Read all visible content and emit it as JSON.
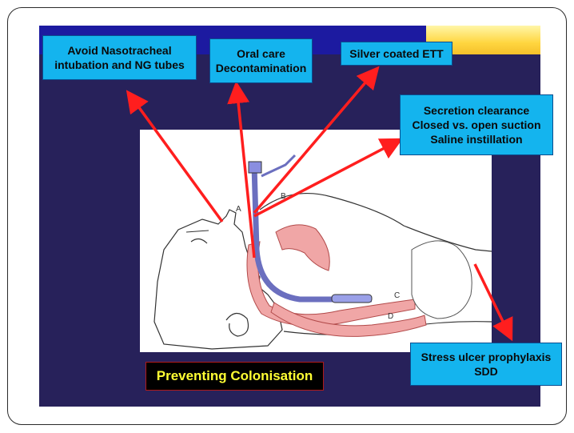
{
  "slide": {
    "title": "Preventing Colonisation",
    "callouts": {
      "nasotracheal": [
        "Avoid Nasotracheal",
        "intubation and NG tubes"
      ],
      "oral_care": [
        "Oral care",
        "Decontamination"
      ],
      "silver_ett": [
        "Silver coated ETT"
      ],
      "secretion": [
        "Secretion clearance",
        "Closed vs. open suction",
        "Saline instillation"
      ],
      "stress_ulcer": [
        "Stress ulcer prophylaxis",
        "SDD"
      ]
    },
    "diagram_labels": {
      "a": "A",
      "b": "B",
      "c": "C",
      "d": "D"
    }
  },
  "colors": {
    "background": "#27215a",
    "callout": "#14b4ee",
    "arrow": "#ff1e1e",
    "title_text": "#ffff33",
    "tube": "#6b6fbf",
    "tissue": "#f0a6a6"
  }
}
